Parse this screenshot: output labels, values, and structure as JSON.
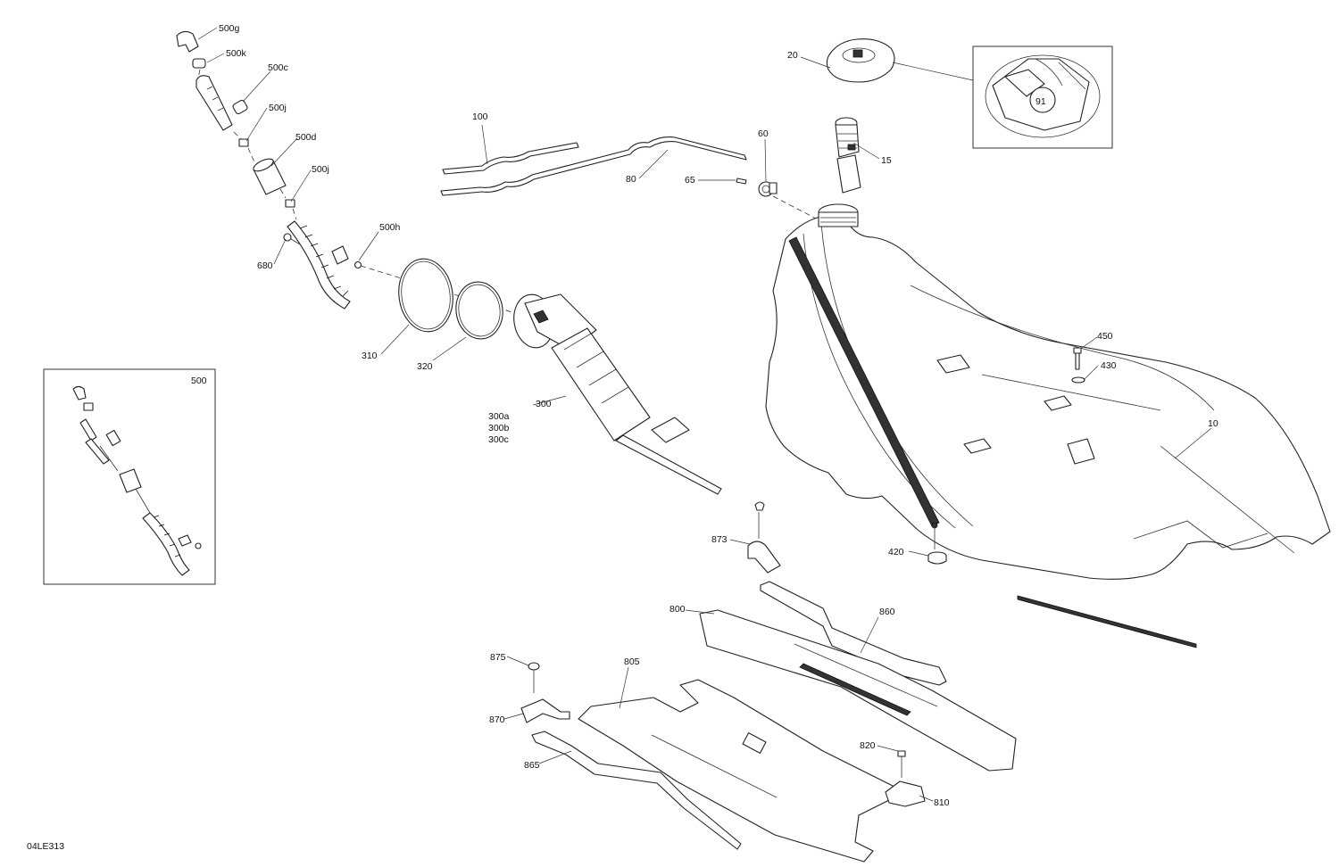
{
  "diagram_id": "04LE313",
  "inset_left": {
    "label": "500"
  },
  "parts": {
    "p500g": "500g",
    "p500k": "500k",
    "p500c": "500c",
    "p500j_a": "500j",
    "p500d": "500d",
    "p500j_b": "500j",
    "p500h": "500h",
    "p680": "680",
    "p310": "310",
    "p320": "320",
    "p300": "300",
    "p300a": "300a",
    "p300b": "300b",
    "p300c": "300c",
    "p100": "100",
    "p80": "80",
    "p65": "65",
    "p60": "60",
    "p20": "20",
    "p15": "15",
    "p10": "10",
    "p450": "450",
    "p430": "430",
    "p420": "420",
    "p873": "873",
    "p860": "860",
    "p800": "800",
    "p805": "805",
    "p875": "875",
    "p870": "870",
    "p865": "865",
    "p820": "820",
    "p810": "810"
  },
  "icons": [
    "fuel-cap-octane-91-detail"
  ]
}
